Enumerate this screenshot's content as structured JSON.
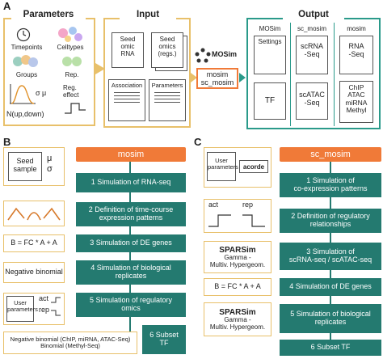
{
  "panel_labels": {
    "a": "A",
    "b": "B",
    "c": "C"
  },
  "panel_a": {
    "parameters_title": "Parameters",
    "input_title": "Input",
    "output_title": "Output",
    "param_items": {
      "timepoints": "Timepoints",
      "celltypes": "Celltypes",
      "groups": "Groups",
      "rep": "Rep.",
      "sigma_mu": "σ μ",
      "reg_effect": "Reg.\neffect",
      "n_up_down": "N(up,down)"
    },
    "input_docs": {
      "seed_rna": "Seed\nomic\nRNA",
      "seed_regs": "Seed\nomics\n(regs.)",
      "association": "Association",
      "parameters": "Parameters"
    },
    "mosim_logo": "MOSim",
    "center_box": "mosim\nsc_mosim",
    "output_cols": {
      "mosim": "MOSim",
      "sc_mosim": "sc_mosim",
      "mosim2": "mosim"
    },
    "output_cells": {
      "settings": "Settings",
      "tf": "TF",
      "scrna": "scRNA\n-Seq",
      "scatac": "scATAC\n-Seq",
      "rna_seq": "RNA\n-Seq",
      "multi": "ChIP\nATAC\nmiRNA\nMethyl"
    }
  },
  "panel_b": {
    "header": "mosim",
    "steps": [
      "1 Simulation of RNA-seq",
      "2 Definition of time-course\nexpression patterns",
      "3 Simulation of DE genes",
      "4 Simulation of biological\nreplicates",
      "5 Simulation of regulatory\nomics",
      "6 Subset\nTF"
    ],
    "side": {
      "seed_sample": "Seed\nsample",
      "mu_sigma": "μ\nσ",
      "formula": "B = FC * A + A",
      "neg_binomial": "Negative binomial",
      "user_parameters": "User\nparameters",
      "act": "act",
      "rep": "rep",
      "neg_binomial_multi": "Negative binomial (ChIP, miRNA, ATAC-Seq)\nBinomial (Methyl-Seq)"
    }
  },
  "panel_c": {
    "header": "sc_mosim",
    "steps": [
      "1 Simulation of\nco-expression patterns",
      "2 Definition of regulatory\nrelationships",
      "3 Simulation of\nscRNA-seq / scATAC-seq",
      "4 Simulation of DE genes",
      "5 Simulation of biological\nreplicates",
      "6 Subset TF"
    ],
    "side": {
      "user_parameters": "User\nparameters",
      "acorde": "acorde",
      "act": "act",
      "rep": "rep",
      "sparsim1": "SPARSim",
      "sparsim1_sub": "Gamma -\nMultiv. Hypergeom.",
      "formula": "B = FC * A + A",
      "sparsim2": "SPARSim",
      "sparsim2_sub": "Gamma -\nMultiv. Hypergeom."
    }
  },
  "colors": {
    "teal": "#247a70",
    "orange": "#f07a38",
    "yellow_border": "#e8c06a",
    "teal_border": "#2a9a8a"
  }
}
